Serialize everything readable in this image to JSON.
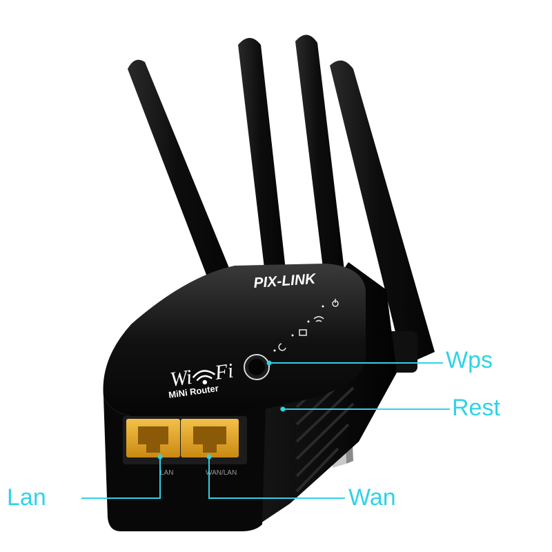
{
  "device": {
    "brand": "PIX-LINK",
    "logo_primary": "Wi",
    "logo_secondary": "Fi",
    "model_subtitle": "MiNi Router",
    "port_label_left": "LAN",
    "port_label_right": "WAN/LAN"
  },
  "callouts": {
    "wps": "Wps",
    "rest": "Rest",
    "lan": "Lan",
    "wan": "Wan"
  },
  "colors": {
    "callout": "#2fd3e6",
    "body": "#0b0b0b",
    "port": "#e9a826"
  }
}
